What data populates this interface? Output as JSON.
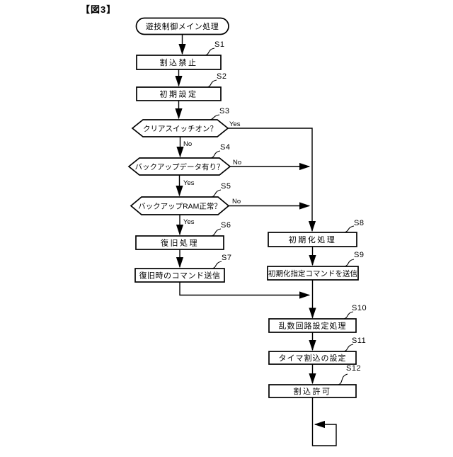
{
  "figure_label": "【図3】",
  "colors": {
    "line": "#000000",
    "background": "#ffffff"
  },
  "flow": {
    "start": {
      "text": "遊技制御メイン処理",
      "type": "terminator"
    },
    "s1": {
      "id": "S1",
      "text": "割込禁止",
      "type": "process"
    },
    "s2": {
      "id": "S2",
      "text": "初期設定",
      "type": "process"
    },
    "s3": {
      "id": "S3",
      "text": "クリアスイッチオン？",
      "type": "decision",
      "yes": "Yes",
      "no": "No",
      "yes_direction": "right",
      "no_direction": "down"
    },
    "s4": {
      "id": "S4",
      "text": "バックアップデータ有り？",
      "type": "decision",
      "yes": "Yes",
      "no": "No",
      "yes_direction": "down",
      "no_direction": "right"
    },
    "s5": {
      "id": "S5",
      "text": "バックアップRAM正常？",
      "type": "decision",
      "yes": "Yes",
      "no": "No",
      "yes_direction": "down",
      "no_direction": "right"
    },
    "s6": {
      "id": "S6",
      "text": "復旧処理",
      "type": "process"
    },
    "s7": {
      "id": "S7",
      "text": "復旧時のコマンド送信",
      "type": "process"
    },
    "s8": {
      "id": "S8",
      "text": "初期化処理",
      "type": "process"
    },
    "s9": {
      "id": "S9",
      "text": "初期化指定コマンドを送信",
      "type": "process"
    },
    "s10": {
      "id": "S10",
      "text": "乱数回路設定処理",
      "type": "process"
    },
    "s11": {
      "id": "S11",
      "text": "タイマ割込の設定",
      "type": "process"
    },
    "s12": {
      "id": "S12",
      "text": "割込許可",
      "type": "process",
      "after": "infinite-loop"
    }
  }
}
